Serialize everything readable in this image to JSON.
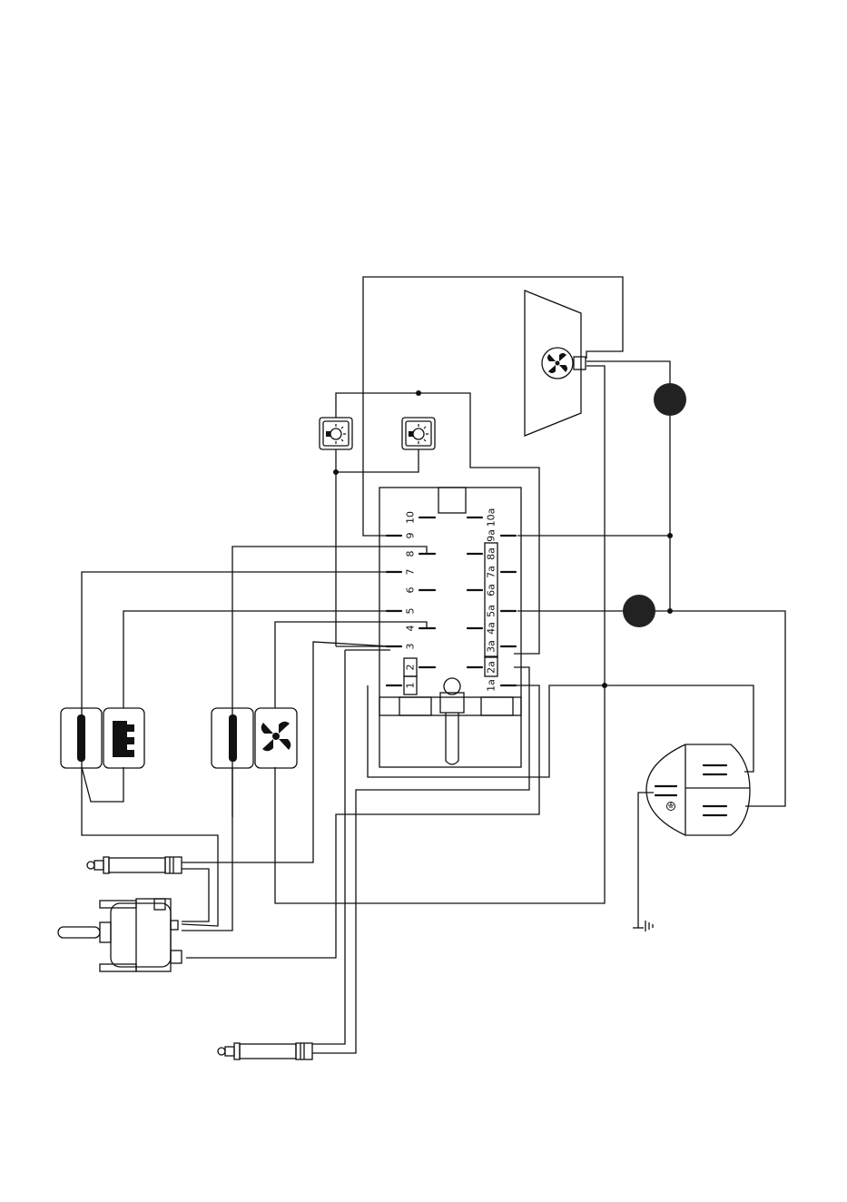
{
  "selector_switch": {
    "left_terminals": [
      "10",
      "9",
      "8",
      "7",
      "6",
      "5",
      "4",
      "3",
      "2",
      "1"
    ],
    "right_terminals": [
      "10a",
      "9a",
      "8a",
      "7a",
      "6a",
      "5a",
      "4a",
      "3a",
      "2a",
      "1a"
    ],
    "boxed_right_terminals": [
      "8a",
      "7a",
      "6a",
      "5a",
      "4a",
      "3a"
    ],
    "boxed_left_terminals": [
      "2",
      "1"
    ]
  },
  "icons": {
    "oven_lamp_1": "lamp-icon",
    "oven_lamp_2": "lamp-icon",
    "fan_motor": "fan-icon",
    "lower_element": "heating-element-icon",
    "grill_element": "grill-element-icon",
    "fan_element": "heating-element-icon",
    "fan_symbol": "fan-icon",
    "earth": "ground-icon"
  },
  "colors": {
    "line": "#111111",
    "background": "#ffffff"
  }
}
